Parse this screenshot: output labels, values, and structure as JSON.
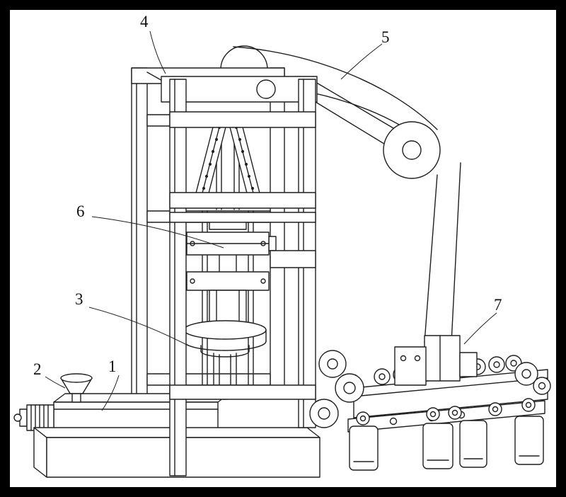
{
  "figure": {
    "colors": {
      "frame": "#000000",
      "paper": "#ffffff",
      "ink": "#1f1f1f",
      "label": "#111111"
    },
    "labels": [
      {
        "id": "label-1",
        "text": "1"
      },
      {
        "id": "label-2",
        "text": "2"
      },
      {
        "id": "label-3",
        "text": "3"
      },
      {
        "id": "label-4",
        "text": "4"
      },
      {
        "id": "label-5",
        "text": "5"
      },
      {
        "id": "label-6",
        "text": "6"
      },
      {
        "id": "label-7",
        "text": "7"
      }
    ]
  }
}
